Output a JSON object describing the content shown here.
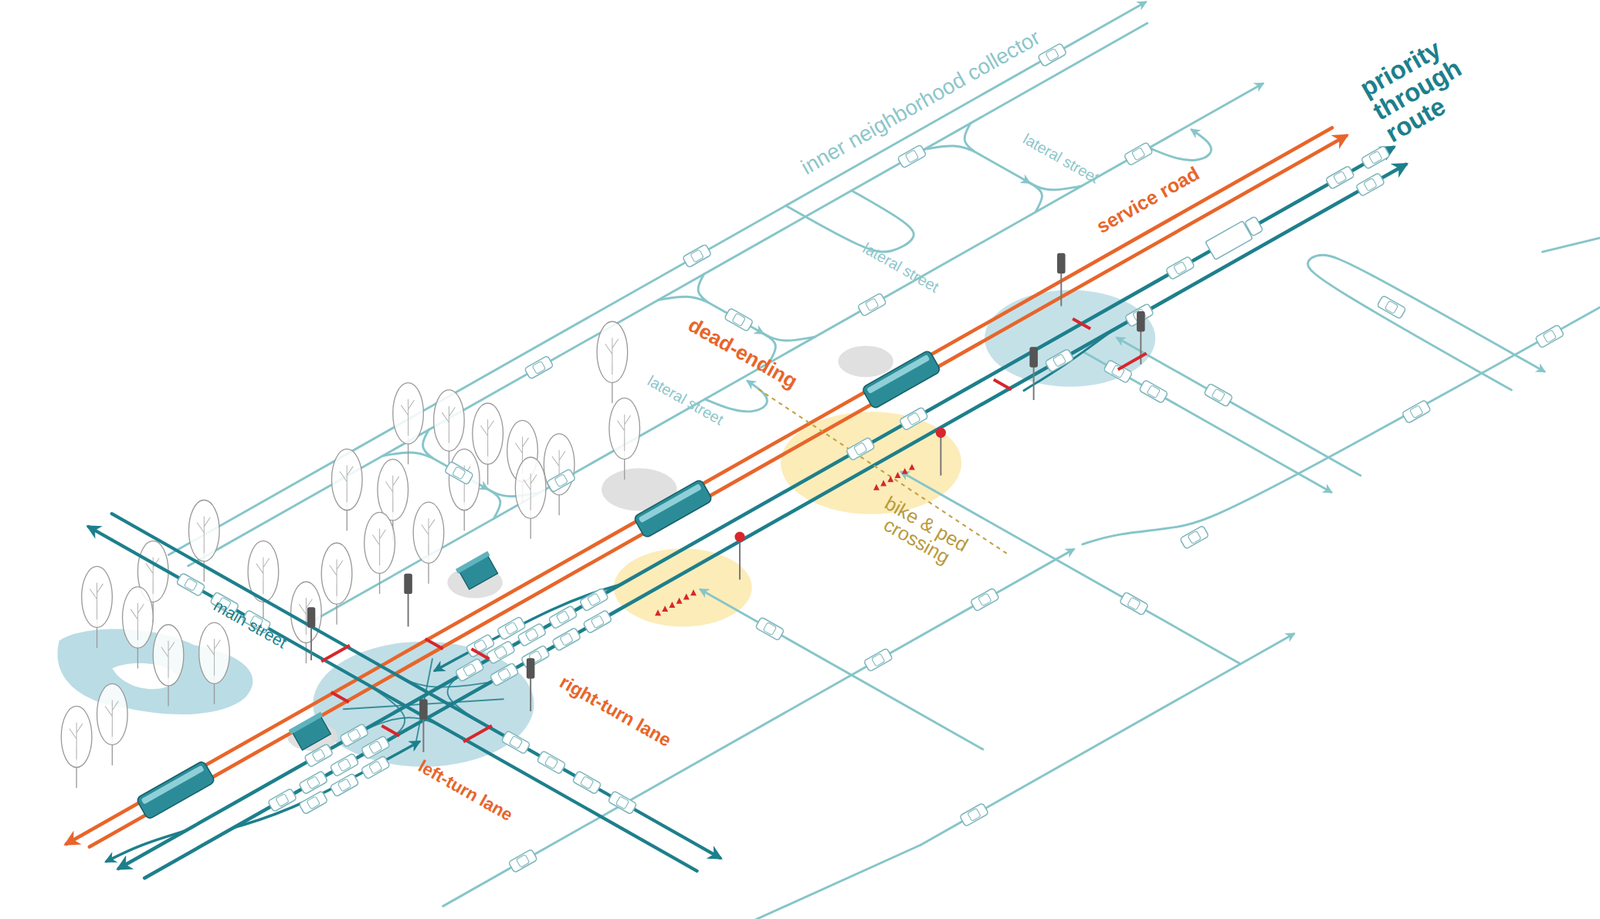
{
  "diagram": {
    "labels": [
      "inner neighborhood collector",
      "lateral street",
      "lateral street",
      "service road",
      "priority through route",
      "dead-ending",
      "lateral street",
      "bike & ped crossing",
      "main street",
      "right-turn lane",
      "left-turn lane"
    ]
  }
}
